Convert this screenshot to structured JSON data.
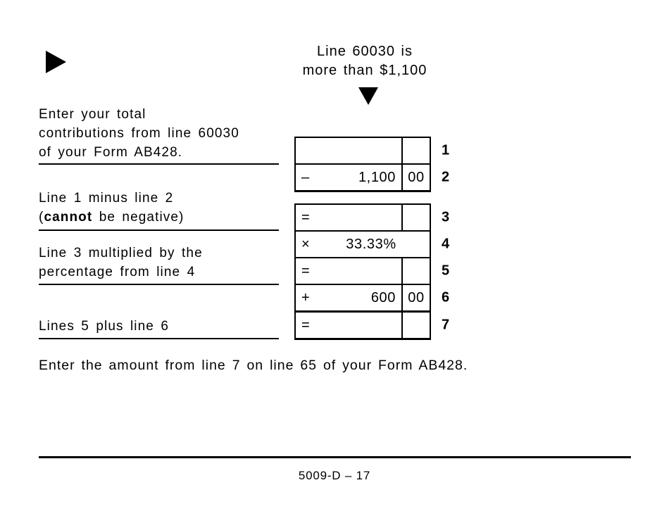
{
  "page": {
    "condition": {
      "line1": "Line 60030 is",
      "line2": "more than $1,100"
    },
    "instructions": {
      "step1": {
        "l1": "Enter your total",
        "l2": "contributions from line 60030",
        "l3": "of your Form AB428."
      },
      "step2": {
        "l1": "Line 1 minus line 2",
        "l2_prefix": "(",
        "l2_bold": "cannot",
        "l2_suffix": " be negative)"
      },
      "step3": {
        "l1": "Line 3 multiplied by the",
        "l2": "percentage from line 4"
      },
      "step4": {
        "l1": "Lines 5 plus line 6"
      }
    },
    "closing": "Enter the amount from line 7 on line 65 of your Form AB428.",
    "footer": {
      "page_id": "5009-D – 17"
    }
  },
  "icons": {
    "section_arrow": "right-triangle",
    "flow_arrow": "down-triangle"
  },
  "calc_table": {
    "rows": [
      {
        "op": "",
        "amount": "",
        "cents": "",
        "num": "1"
      },
      {
        "op": "–",
        "amount": "1,100",
        "cents": "00",
        "num": "2"
      },
      {
        "op": "=",
        "amount": "",
        "cents": "",
        "num": "3"
      },
      {
        "op": "×",
        "amount": "33.33%",
        "num": "4"
      },
      {
        "op": "=",
        "amount": "",
        "cents": "",
        "num": "5"
      },
      {
        "op": "+",
        "amount": "600",
        "cents": "00",
        "num": "6"
      },
      {
        "op": "=",
        "amount": "",
        "cents": "",
        "num": "7"
      }
    ]
  }
}
